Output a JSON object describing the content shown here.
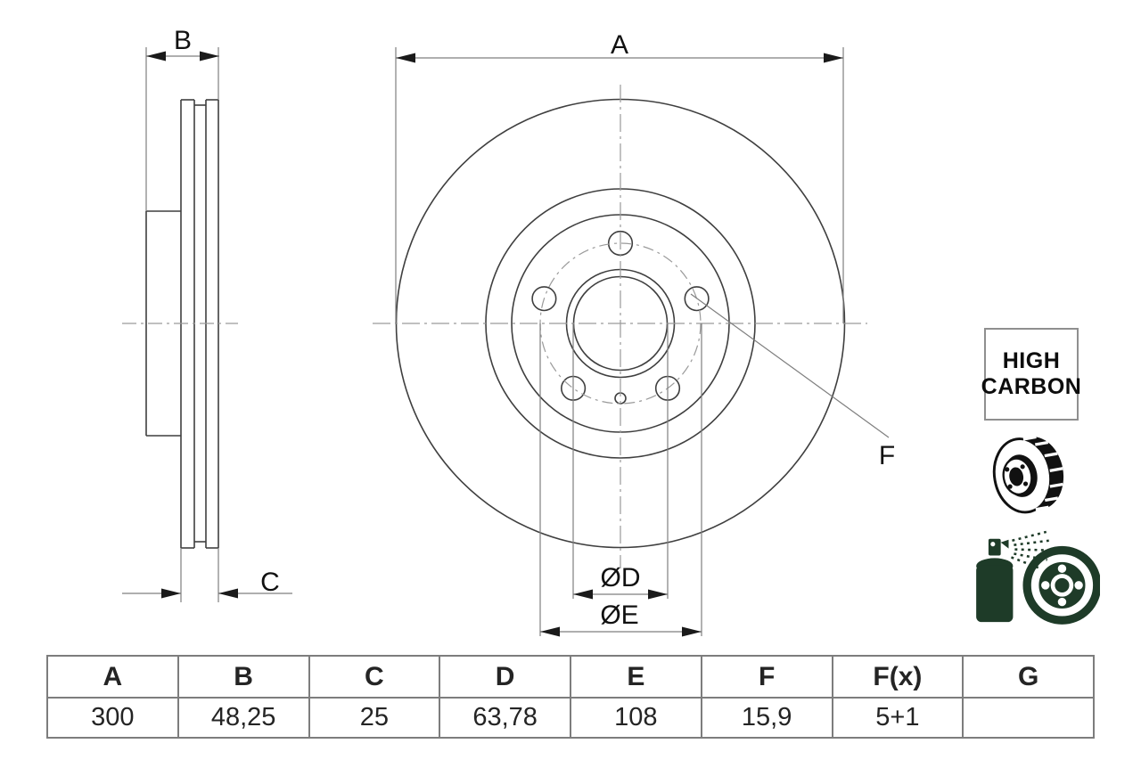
{
  "drawing": {
    "labels": {
      "a": "A",
      "b": "B",
      "c": "C",
      "d": "ØD",
      "e": "ØE",
      "f": "F"
    }
  },
  "badge": {
    "line1": "HIGH",
    "line2": "CARBON"
  },
  "icons": [
    {
      "name": "vented-disc-icon"
    },
    {
      "name": "spray-coating-icon"
    }
  ],
  "colors": {
    "background": "#ffffff",
    "part_line": "#3f3f3f",
    "dim_line": "#7f7f7f",
    "centerline": "#9a9a9a",
    "arrow": "#1a1a1a",
    "text": "#111111",
    "icon_black": "#111111",
    "icon_green": "#1e3b28",
    "table_border": "#7d7d7d"
  },
  "table": {
    "headers": [
      "A",
      "B",
      "C",
      "D",
      "E",
      "F",
      "F(x)",
      "G"
    ],
    "values": [
      "300",
      "48,25",
      "25",
      "63,78",
      "108",
      "15,9",
      "5+1",
      ""
    ]
  }
}
